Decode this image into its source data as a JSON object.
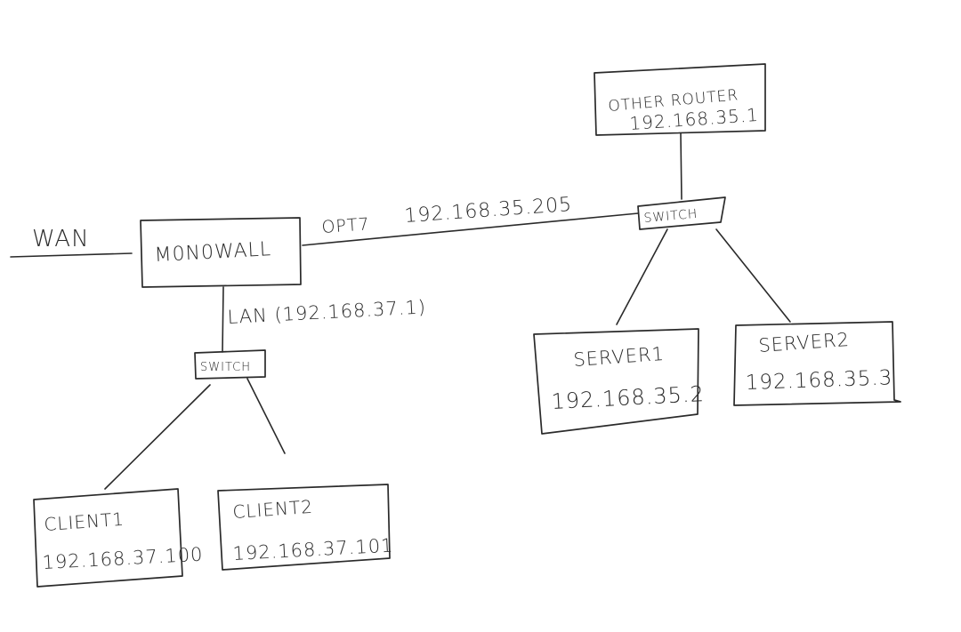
{
  "nodes": {
    "other_router": {
      "name": "OTHER ROUTER",
      "ip": "192.168.35.1"
    },
    "switch_right": {
      "name": "SWITCH"
    },
    "monowall": {
      "name": "M0N0WALL"
    },
    "switch_left": {
      "name": "SWITCH"
    },
    "server1": {
      "name": "SERVER1",
      "ip": "192.168.35.2"
    },
    "server2": {
      "name": "SERVER2",
      "ip": "192.168.35.3"
    },
    "client1": {
      "name": "CLIENT1",
      "ip": "192.168.37.100"
    },
    "client2": {
      "name": "CLIENT2",
      "ip": "192.168.37.101"
    }
  },
  "links": {
    "wan": "WAN",
    "opt7_name": "OPT7",
    "opt7_ip": "192.168.35.205",
    "lan": "LAN (192.168.37.1)"
  }
}
